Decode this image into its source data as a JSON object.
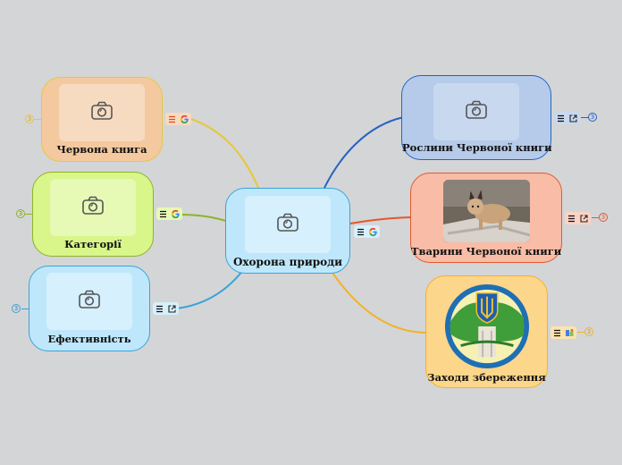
{
  "center": {
    "label": "Охорона природи"
  },
  "left_topics": [
    {
      "label": "Червона книга",
      "count": "3"
    },
    {
      "label": "Категорії",
      "count": "3"
    },
    {
      "label": "Ефективність",
      "count": "3"
    }
  ],
  "right_topics": [
    {
      "label": "Рослини Червоної книги",
      "count": "3"
    },
    {
      "label": "Тварини Червоної книги",
      "count": "3"
    },
    {
      "label": "Заходи збереження",
      "count": "3"
    }
  ],
  "colors": {
    "background": "#d4d5d7",
    "center": "#bfe7fb",
    "red_book": "#f4c99f",
    "categories": "#d9f68a",
    "efficiency": "#bfe7fb",
    "plants": "#b6cbe9",
    "animals": "#f9bca6",
    "measures": "#fcd68a"
  },
  "icons": [
    "camera-icon",
    "notes-icon",
    "google-icon",
    "external-link-icon",
    "image-attachment-icon"
  ]
}
